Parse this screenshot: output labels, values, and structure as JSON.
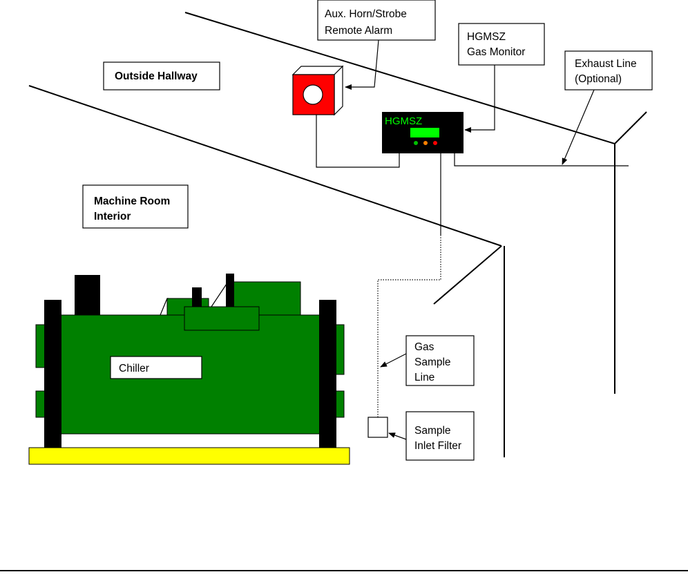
{
  "labels": {
    "outside_hallway": "Outside Hallway",
    "machine_room_line1": "Machine Room",
    "machine_room_line2": "Interior",
    "alarm_line1": "Aux. Horn/Strobe",
    "alarm_line2": "Remote Alarm",
    "monitor_line1": "HGMSZ",
    "monitor_line2": "Gas Monitor",
    "exhaust_line1": "Exhaust Line",
    "exhaust_line2": "(Optional)",
    "sample_line1": "Gas",
    "sample_line2": "Sample",
    "sample_line3": "Line",
    "filter_line1": "Sample",
    "filter_line2": "Inlet Filter",
    "chiller": "Chiller"
  },
  "device": {
    "name": "HGMSZ"
  },
  "colors": {
    "chiller_body": "#008000",
    "chiller_base": "#ffff00",
    "alarm_face": "#ff0000",
    "device_body": "#000000",
    "device_text": "#00ff00",
    "device_display": "#00ff00",
    "led_1": "#00c000",
    "led_2": "#ff8000",
    "led_3": "#ff0000"
  }
}
